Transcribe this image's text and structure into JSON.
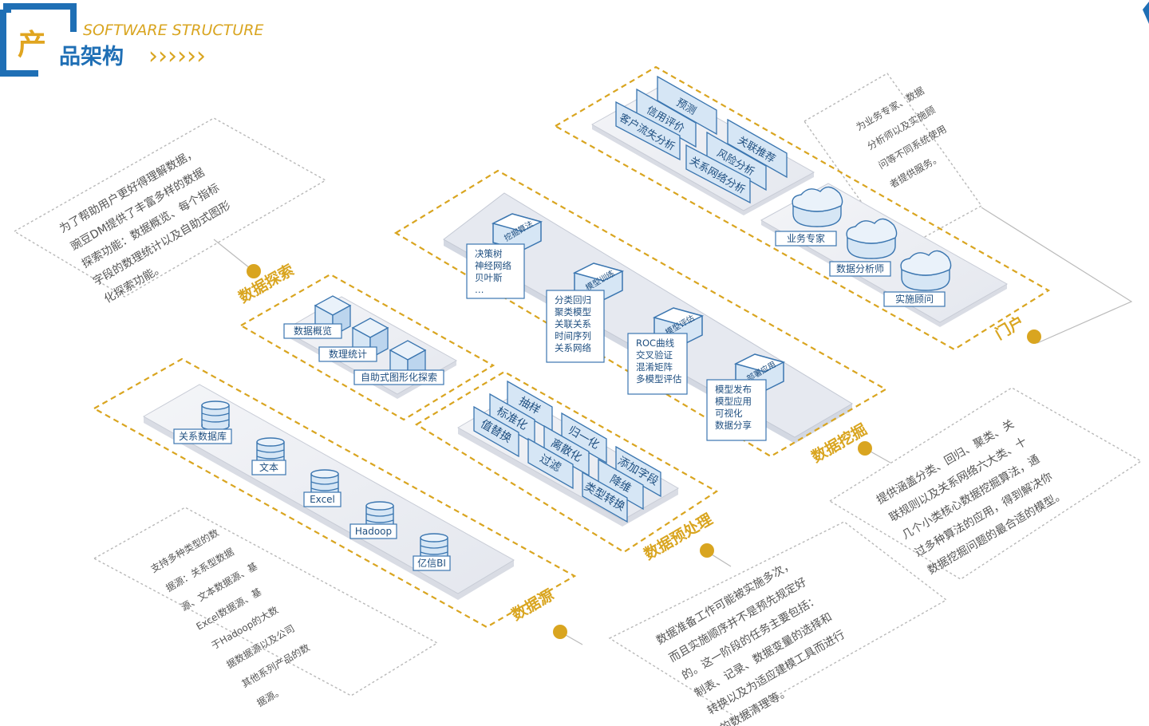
{
  "header": {
    "title_char1": "产",
    "title_rest": "品架构",
    "subtitle": "SOFTWARE STRUCTURE",
    "arrows": "››››››"
  },
  "colors": {
    "accent_yellow": "#d9a520",
    "accent_blue": "#1f6fb5",
    "box_fill": "#d6e6f5",
    "box_stroke": "#3b76b0",
    "desc_text": "#555555",
    "dash_gray": "#aaaaaa"
  },
  "sections": {
    "datasource": {
      "title": "数据源",
      "items": [
        "关系数据库",
        "文本",
        "Excel",
        "Hadoop",
        "亿信BI"
      ],
      "desc": [
        "支持多种类型的数",
        "据源：关系型数据",
        "源、文本数据源、基",
        "Excel数据源、基",
        "于Hadoop的大数",
        "据数据源以及公司",
        "其他系列产品的数",
        "据源。"
      ]
    },
    "exploration": {
      "title": "数据探索",
      "items": [
        "数据概览",
        "数理统计",
        "自助式图形化探索"
      ],
      "desc": [
        "为了帮助用户更好得理解数据，",
        "豌豆DM提供了丰富多样的数据",
        "探索功能：数据概览、每个指标",
        "字段的数理统计以及自助式图形",
        "化探索功能。"
      ]
    },
    "preprocess": {
      "title": "数据预处理",
      "items": [
        "抽样",
        "标准化",
        "值替换",
        "归一化",
        "离散化",
        "过滤",
        "添加字段",
        "降维",
        "类型转换"
      ],
      "desc": [
        "数据准备工作可能被实施多次，",
        "而且实施顺序并不是预先规定好",
        "的。这一阶段的任务主要包括：",
        "制表、记录、数据变量的选择和",
        "转换以及为适应建模工具而进行",
        "的数据清理等。"
      ]
    },
    "mining": {
      "title": "数据挖掘",
      "steps": [
        {
          "tag": "挖掘算法",
          "items": [
            "决策树",
            "神经网络",
            "贝叶斯",
            "…"
          ]
        },
        {
          "tag": "模型训练",
          "items": [
            "分类回归",
            "聚类模型",
            "关联关系",
            "时间序列",
            "关系网络"
          ]
        },
        {
          "tag": "模型评估",
          "items": [
            "ROC曲线",
            "交叉验证",
            "混淆矩阵",
            "多模型评估"
          ]
        },
        {
          "tag": "部署应用",
          "items": [
            "模型发布",
            "模型应用",
            "可视化",
            "数据分享"
          ]
        }
      ],
      "desc": [
        "提供涵盖分类、回归、聚类、关",
        "联规则以及关系网络六大类、十",
        "几个小类核心数据挖掘算法，通",
        "过多种算法的应用，得到解决你",
        "数据挖掘问题的最合适的模型。"
      ]
    },
    "portal": {
      "title": "门户",
      "apps": [
        "预测",
        "信用评价",
        "客户流失分析",
        "关联推荐",
        "风险分析",
        "关系网络分析"
      ],
      "users": [
        "业务专家",
        "数据分析师",
        "实施顾问"
      ],
      "desc": [
        "为业务专家、数据",
        "分析师以及实施顾",
        "问等不同系统使用",
        "者提供服务。"
      ]
    }
  }
}
